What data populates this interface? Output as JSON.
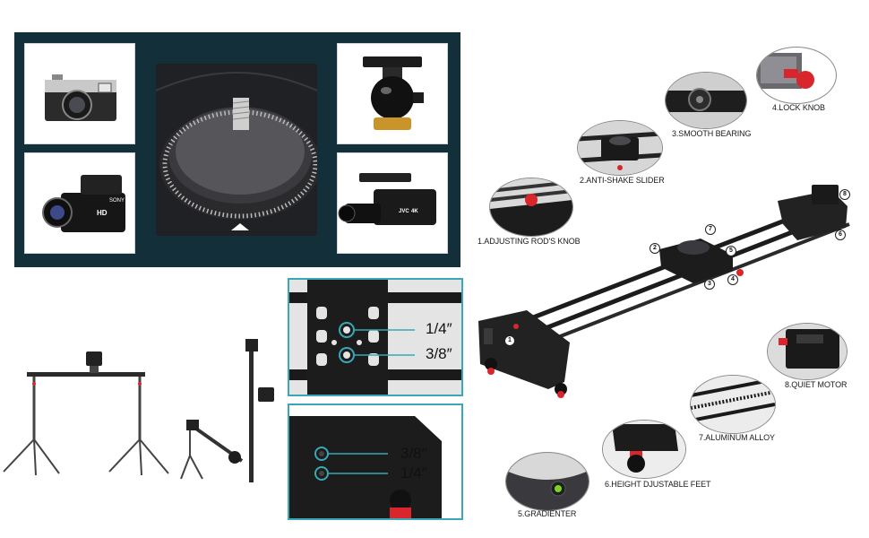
{
  "thread_sizes": {
    "top_a": "1/4″",
    "top_b": "3/8″",
    "bottom_a": "3/8″",
    "bottom_b": "1/4″"
  },
  "features": [
    {
      "num": "1",
      "label": "1.ADJUSTING ROD'S KNOB"
    },
    {
      "num": "2",
      "label": "2.ANTI-SHAKE SLIDER"
    },
    {
      "num": "3",
      "label": "3.SMOOTH BEARING"
    },
    {
      "num": "4",
      "label": "4.LOCK KNOB"
    },
    {
      "num": "5",
      "label": "5.GRADIENTER"
    },
    {
      "num": "6",
      "label": "6.HEIGHT  DJUSTABLE FEET"
    },
    {
      "num": "7",
      "label": "7.ALUMINUM ALLOY"
    },
    {
      "num": "8",
      "label": "8.QUIET MOTOR"
    }
  ],
  "product_text": {
    "camcorder_hd": "HD",
    "camcorder_brand": "SONY",
    "pro_cam_brand": "JVC",
    "pro_cam_badge": "4K"
  },
  "colors": {
    "panel": "#13303a",
    "accent_blue": "#3aa7b7",
    "knob_red": "#d8262c"
  }
}
